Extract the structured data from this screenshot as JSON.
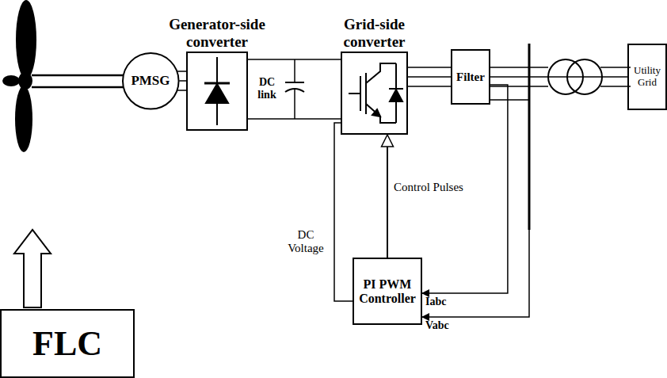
{
  "diagram": {
    "nodes": [
      {
        "text": [
          "PMSG"
        ]
      },
      {
        "text": [
          "Generator-side converter"
        ]
      },
      {
        "text": [
          "Grid-side converter"
        ]
      },
      {
        "text": [
          "Filter"
        ]
      },
      {
        "text": [
          "Utility Grid"
        ]
      },
      {
        "text": [
          "FLC"
        ]
      },
      {
        "text": [
          "PI PWM Controller"
        ]
      }
    ],
    "edges": [
      {
        "from": 0,
        "to": 1,
        "arrow": "none"
      },
      {
        "from": 1,
        "to": 2,
        "arrow": "none"
      },
      {
        "from": 2,
        "to": 3,
        "arrow": "none"
      },
      {
        "from": 3,
        "to": 4,
        "arrow": "none"
      },
      {
        "from": 6,
        "to": 2,
        "label": "Control Pulses",
        "arrow": "to"
      },
      {
        "from": 2,
        "to": 6,
        "label": "DC Voltage",
        "arrow": "none"
      },
      {
        "from": 3,
        "to": 6,
        "label": "Iabc",
        "arrow": "to"
      },
      {
        "from": 3,
        "to": 6,
        "label": "Vabc",
        "arrow": "to"
      }
    ],
    "labels": [
      "DC link"
    ]
  }
}
